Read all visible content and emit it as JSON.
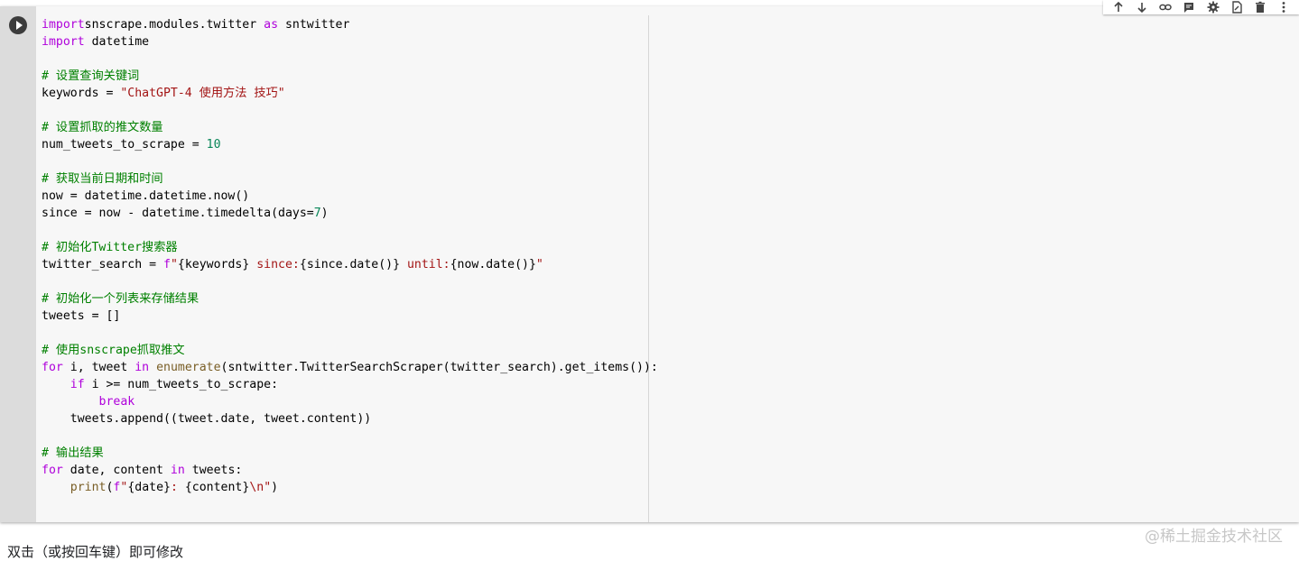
{
  "toolbar": {
    "icons": [
      "move-up-icon",
      "move-down-icon",
      "link-icon",
      "comment-icon",
      "settings-icon",
      "open-editor-icon",
      "delete-icon",
      "more-icon"
    ]
  },
  "code_lines": [
    [
      [
        "kw",
        "import"
      ],
      [
        "",
        "snscrape.modules.twitter "
      ],
      [
        "kw",
        "as"
      ],
      [
        "",
        " sntwitter"
      ]
    ],
    [
      [
        "kw",
        "import"
      ],
      [
        "",
        " datetime"
      ]
    ],
    [],
    [
      [
        "cmt",
        "# 设置查询关键词"
      ]
    ],
    [
      [
        "",
        "keywords = "
      ],
      [
        "str",
        "\"ChatGPT-4 使用方法 技巧\""
      ]
    ],
    [],
    [
      [
        "cmt",
        "# 设置抓取的推文数量"
      ]
    ],
    [
      [
        "",
        "num_tweets_to_scrape = "
      ],
      [
        "num",
        "10"
      ]
    ],
    [],
    [
      [
        "cmt",
        "# 获取当前日期和时间"
      ]
    ],
    [
      [
        "",
        "now = datetime.datetime.now()"
      ]
    ],
    [
      [
        "",
        "since = now - datetime.timedelta(days="
      ],
      [
        "num",
        "7"
      ],
      [
        "",
        ")"
      ]
    ],
    [],
    [
      [
        "cmt",
        "# 初始化Twitter搜索器"
      ]
    ],
    [
      [
        "",
        "twitter_search = "
      ],
      [
        "kw",
        "f"
      ],
      [
        "str",
        "\""
      ],
      [
        "",
        "{keywords}"
      ],
      [
        "str",
        " since:"
      ],
      [
        "",
        "{since.date()}"
      ],
      [
        "str",
        " until:"
      ],
      [
        "",
        "{now.date()}"
      ],
      [
        "str",
        "\""
      ]
    ],
    [],
    [
      [
        "cmt",
        "# 初始化一个列表来存储结果"
      ]
    ],
    [
      [
        "",
        "tweets = []"
      ]
    ],
    [],
    [
      [
        "cmt",
        "# 使用snscrape抓取推文"
      ]
    ],
    [
      [
        "kw",
        "for"
      ],
      [
        "",
        " i, tweet "
      ],
      [
        "kw",
        "in"
      ],
      [
        "",
        " "
      ],
      [
        "fn",
        "enumerate"
      ],
      [
        "",
        "(sntwitter.TwitterSearchScraper(twitter_search).get_items()):"
      ]
    ],
    [
      [
        "",
        "    "
      ],
      [
        "kw",
        "if"
      ],
      [
        "",
        " i >= num_tweets_to_scrape:"
      ]
    ],
    [
      [
        "",
        "        "
      ],
      [
        "kw",
        "break"
      ]
    ],
    [
      [
        "",
        "    tweets.append((tweet.date, tweet.content))"
      ]
    ],
    [],
    [
      [
        "cmt",
        "# 输出结果"
      ]
    ],
    [
      [
        "kw",
        "for"
      ],
      [
        "",
        " date, content "
      ],
      [
        "kw",
        "in"
      ],
      [
        "",
        " tweets:"
      ]
    ],
    [
      [
        "",
        "    "
      ],
      [
        "fn",
        "print"
      ],
      [
        "",
        "("
      ],
      [
        "kw",
        "f"
      ],
      [
        "str",
        "\""
      ],
      [
        "",
        "{date}"
      ],
      [
        "str",
        ": "
      ],
      [
        "",
        "{content}"
      ],
      [
        "str",
        "\\n\""
      ],
      [
        "",
        ")"
      ]
    ]
  ],
  "hint": "双击（或按回车键）即可修改",
  "watermark": "@稀土掘金技术社区"
}
